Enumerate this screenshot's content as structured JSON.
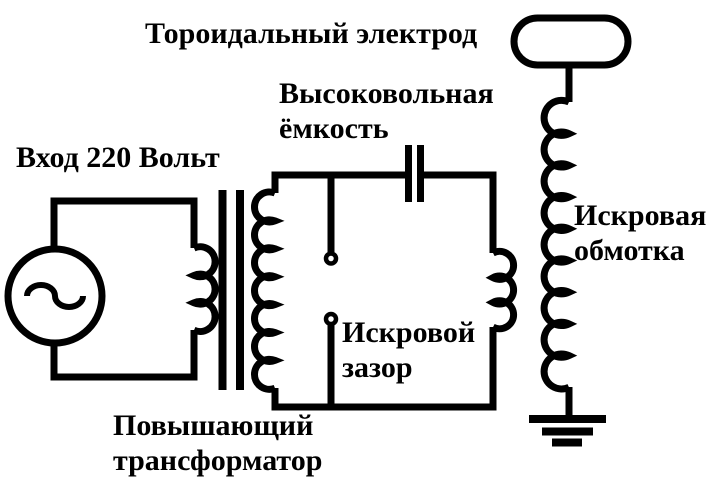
{
  "diagram": {
    "type": "circuit-schematic",
    "subject": "tesla-coil",
    "labels": {
      "toroidal_electrode": "Тороидальный электрод",
      "hv_capacitor": "Высоковольная\nёмкость",
      "input_voltage": "Вход 220 Вольт",
      "spark_gap": "Искровой\nзазор",
      "spark_winding": "Искровая\nобмотка",
      "step_up_transformer": "Повышающий\nтрансформатор"
    },
    "components": [
      "ac-source",
      "primary-winding",
      "transformer-core",
      "secondary-winding",
      "high-voltage-capacitor",
      "spark-gap",
      "coupling-coil",
      "spark-winding",
      "toroidal-electrode",
      "ground"
    ],
    "colors": {
      "stroke": "#000000",
      "background": "#ffffff",
      "text": "#000000"
    }
  }
}
